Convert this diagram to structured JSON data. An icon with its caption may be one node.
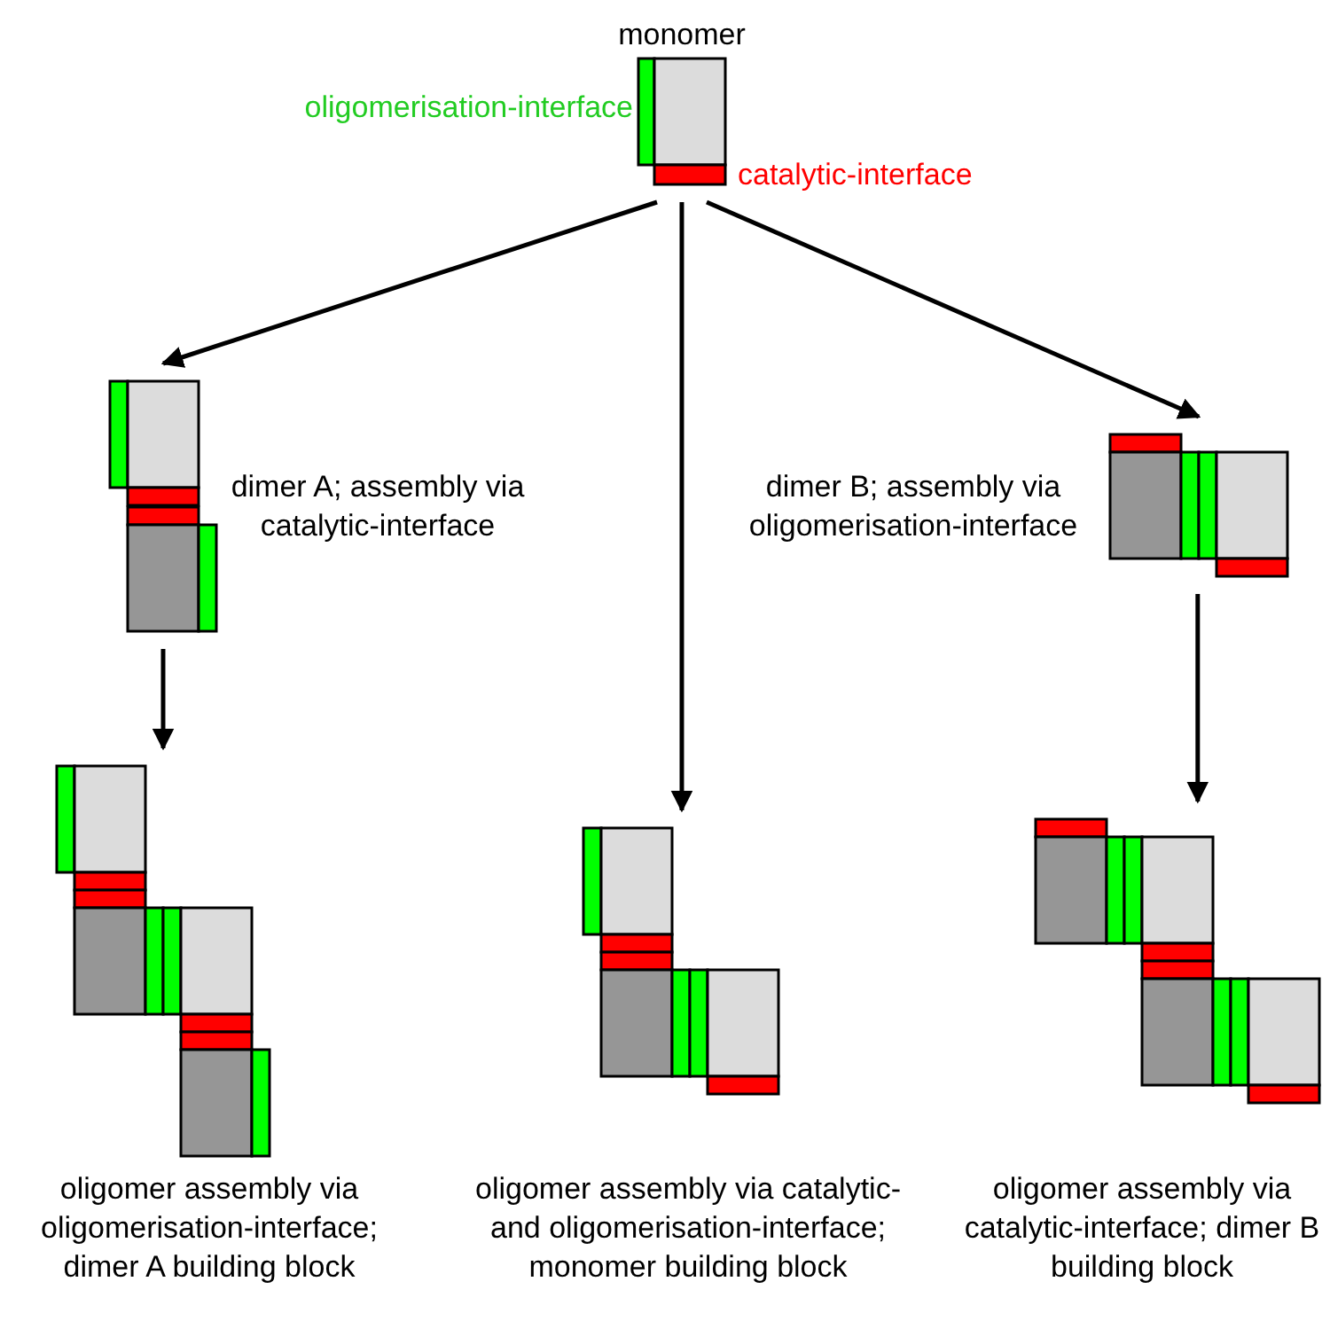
{
  "diagram": {
    "nodes": [
      {
        "text": [
          "monomer"
        ],
        "beside": [
          "oligomerisation-interface",
          "catalytic-interface"
        ]
      },
      {
        "text": [],
        "shape": "picture",
        "beside": [
          "dimer A; assembly via catalytic-interface"
        ]
      },
      {
        "text": [],
        "shape": "picture",
        "beside": [
          "oligomer assembly via catalytic- and oligomerisation-interface; monomer building block"
        ]
      },
      {
        "text": [],
        "shape": "picture",
        "beside": [
          "dimer B; assembly via oligomerisation-interface"
        ]
      },
      {
        "text": [],
        "shape": "picture",
        "beside": [
          "oligomer assembly via oligomerisation-interface; dimer A building block"
        ]
      },
      {
        "text": [],
        "shape": "picture",
        "beside": [
          "oligomer assembly via catalytic-interface; dimer B building block"
        ]
      }
    ],
    "edges": [
      {
        "from": 0,
        "to": 1,
        "arrow": "to"
      },
      {
        "from": 0,
        "to": 2,
        "arrow": "to"
      },
      {
        "from": 0,
        "to": 3,
        "arrow": "to"
      },
      {
        "from": 1,
        "to": 4,
        "arrow": "to"
      },
      {
        "from": 3,
        "to": 5,
        "arrow": "to"
      }
    ]
  }
}
